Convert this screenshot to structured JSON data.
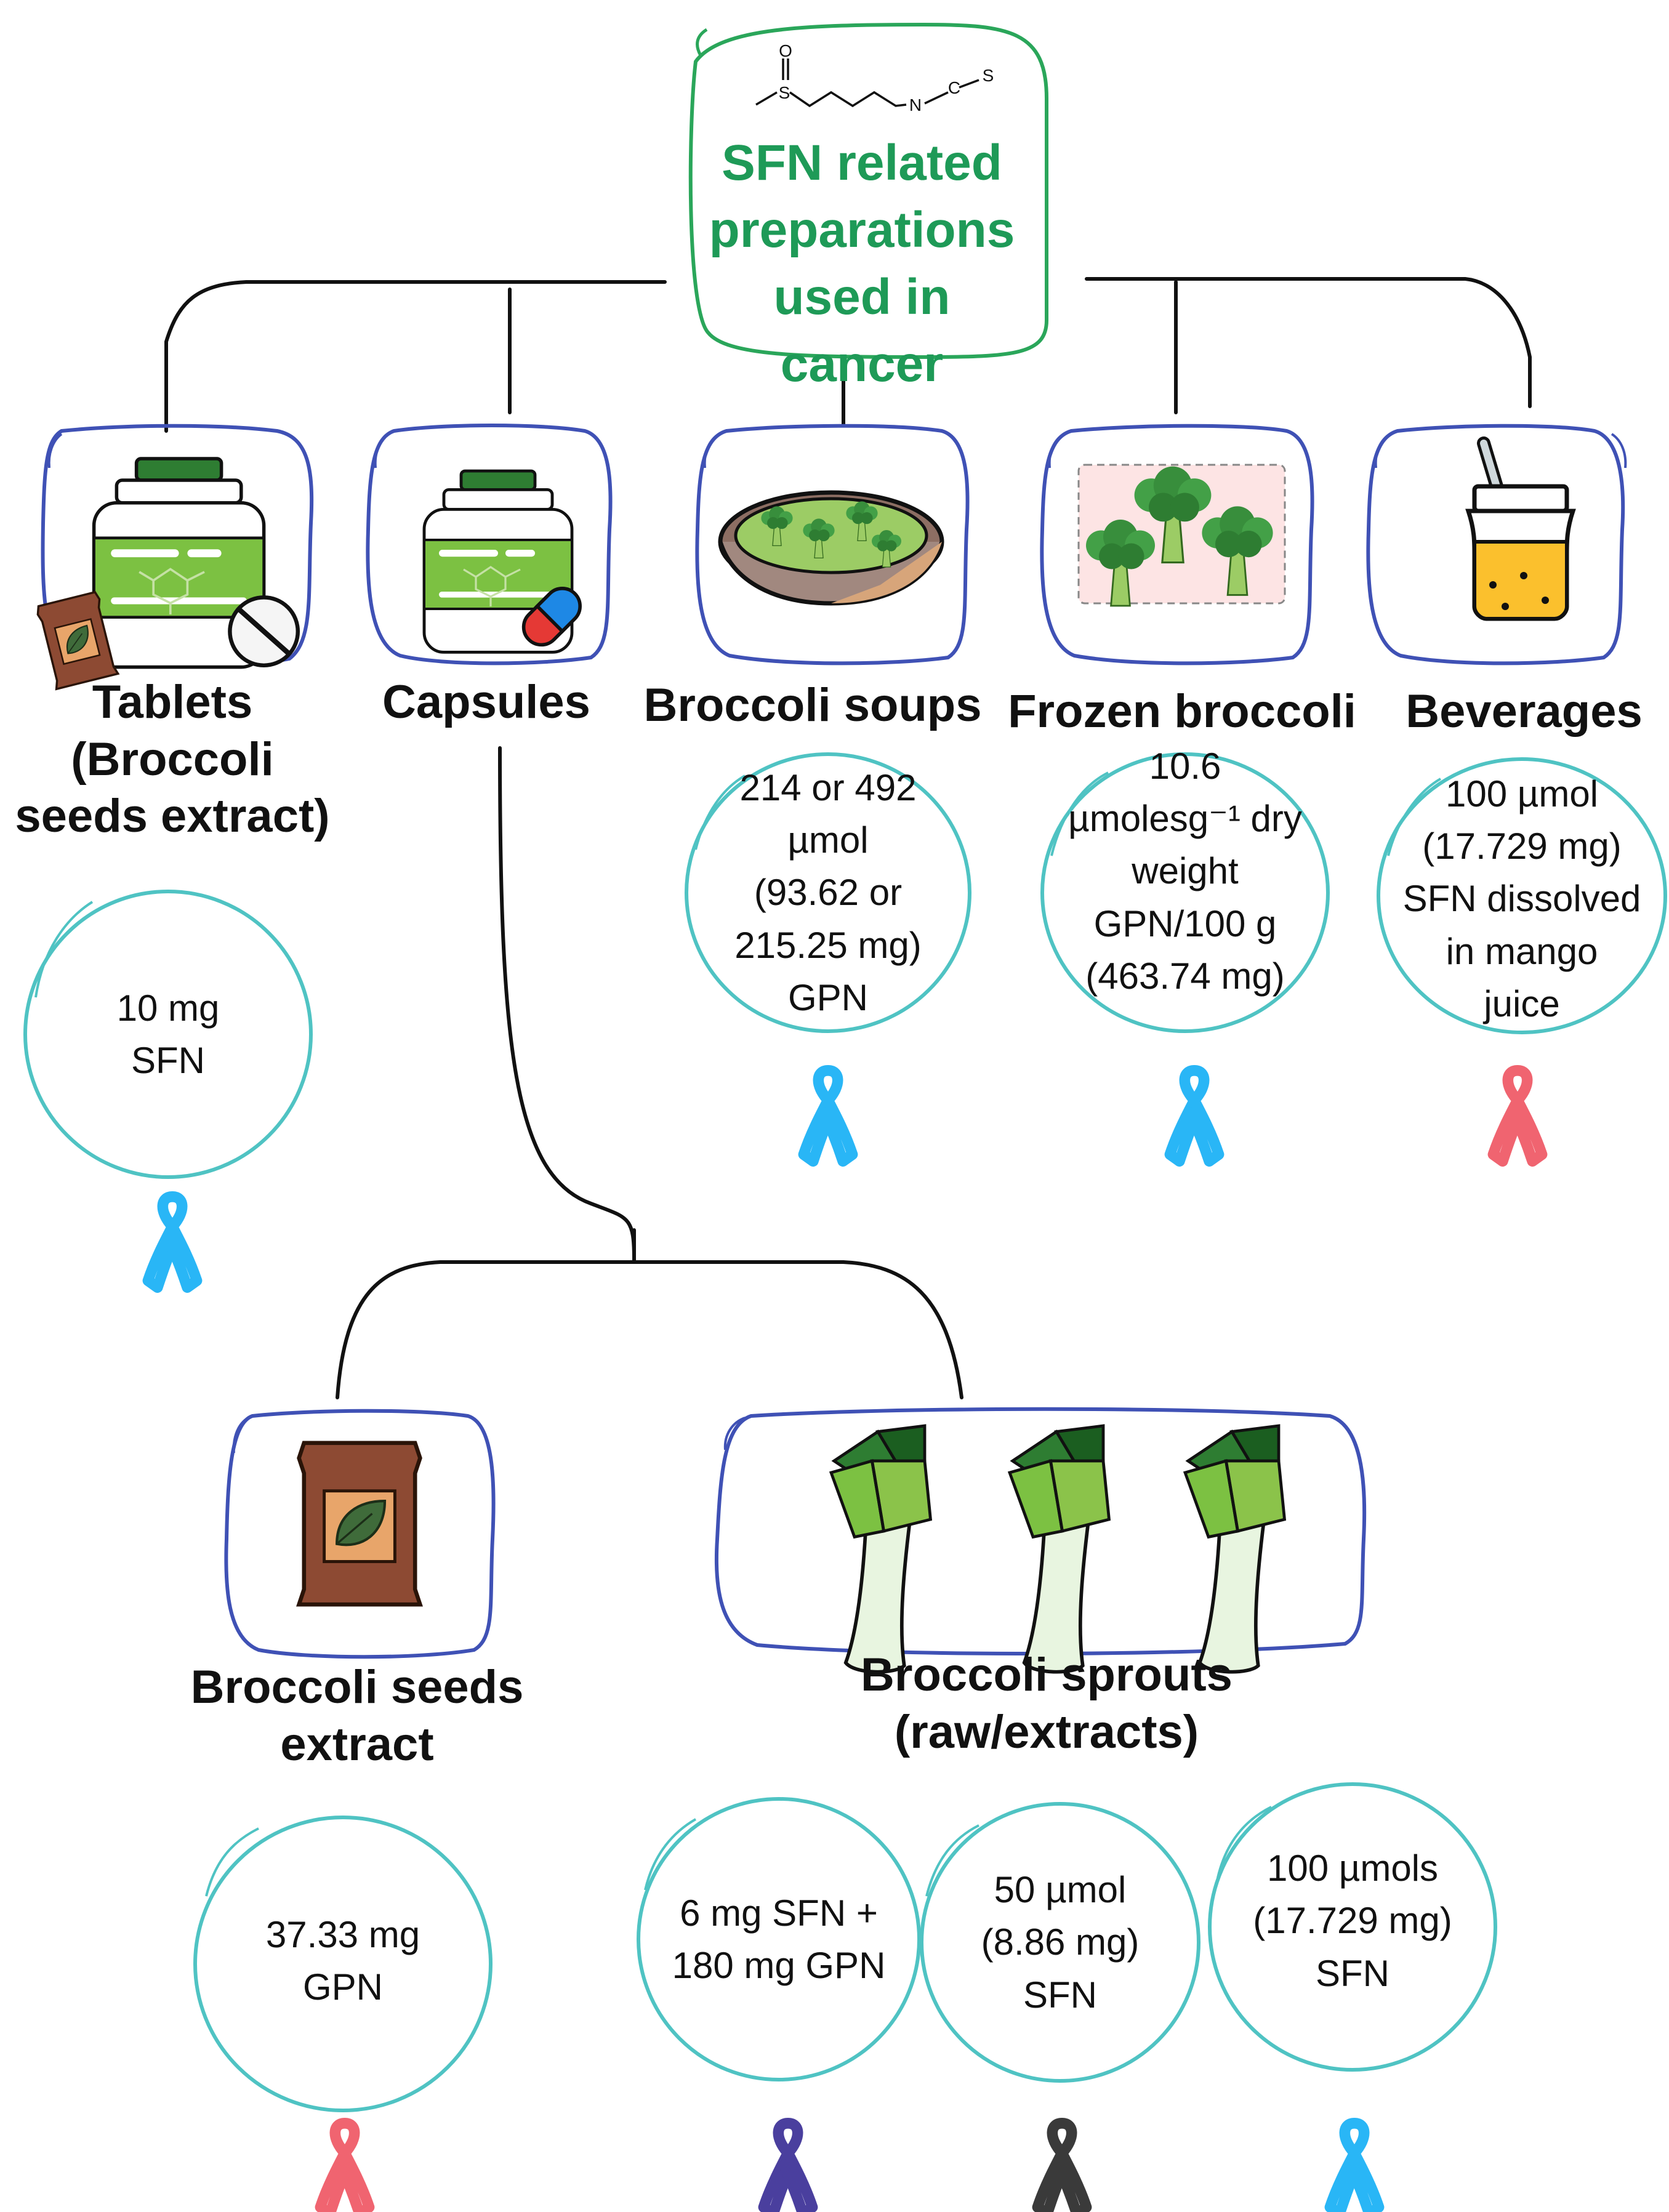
{
  "title": {
    "lines": [
      "SFN related",
      "preparations",
      "used in cancer"
    ]
  },
  "molecule": {
    "atoms": [
      "O",
      "S",
      "N",
      "C",
      "S"
    ]
  },
  "categories": [
    {
      "id": "tablets",
      "label_lines": [
        "Tablets",
        "(Broccoli",
        "seeds extract)"
      ],
      "dose_lines": [
        "10 mg",
        "SFN"
      ],
      "ribbon": "light-blue",
      "icon": "pill-bottle-no-icon"
    },
    {
      "id": "capsules",
      "label_lines": [
        "Capsules"
      ],
      "icon": "pill-bottle-capsule-icon"
    },
    {
      "id": "soups",
      "label_lines": [
        "Broccoli soups"
      ],
      "dose_lines": [
        "214 or 492",
        "µmol",
        "(93.62 or",
        "215.25 mg)",
        "GPN"
      ],
      "ribbon": "light-blue",
      "icon": "soup-bowl-icon"
    },
    {
      "id": "frozen",
      "label_lines": [
        "Frozen broccoli"
      ],
      "dose_lines": [
        "10.6",
        "µmolesg⁻¹ dry",
        "weight",
        "GPN/100 g",
        "(463.74 mg)"
      ],
      "ribbon": "light-blue",
      "icon": "broccoli-icon"
    },
    {
      "id": "beverages",
      "label_lines": [
        "Beverages"
      ],
      "dose_lines": [
        "100 µmol",
        "(17.729 mg)",
        "SFN dissolved",
        "in mango",
        "juice"
      ],
      "ribbon": "pink",
      "icon": "juice-jar-icon"
    }
  ],
  "capsule_subtypes": [
    {
      "id": "seeds",
      "label_lines": [
        "Broccoli seeds",
        "extract"
      ],
      "dose_lines": [
        "37.33 mg",
        "GPN"
      ],
      "ribbon": "pink",
      "icon": "seed-pack-icon"
    },
    {
      "id": "sprouts",
      "label_lines": [
        "Broccoli sprouts",
        "(raw/extracts)"
      ],
      "icon": "sprouts-icon",
      "doses": [
        {
          "lines": [
            "6 mg SFN +",
            "180 mg GPN"
          ],
          "ribbon": "purple"
        },
        {
          "lines": [
            "50 µmol",
            "(8.86 mg)",
            "SFN"
          ],
          "ribbon": "dark-gray"
        },
        {
          "lines": [
            "100 µmols",
            "(17.729 mg)",
            "SFN"
          ],
          "ribbon": "light-blue"
        }
      ]
    }
  ],
  "colors": {
    "title_green": "#1e9a57",
    "box_blue": "#3f51b5",
    "circle_teal": "#4fc3c3",
    "ribbon_light_blue": "#29b6f6",
    "ribbon_pink": "#f06470",
    "ribbon_purple": "#4a3f9e",
    "ribbon_dark_gray": "#3a3a3a"
  }
}
